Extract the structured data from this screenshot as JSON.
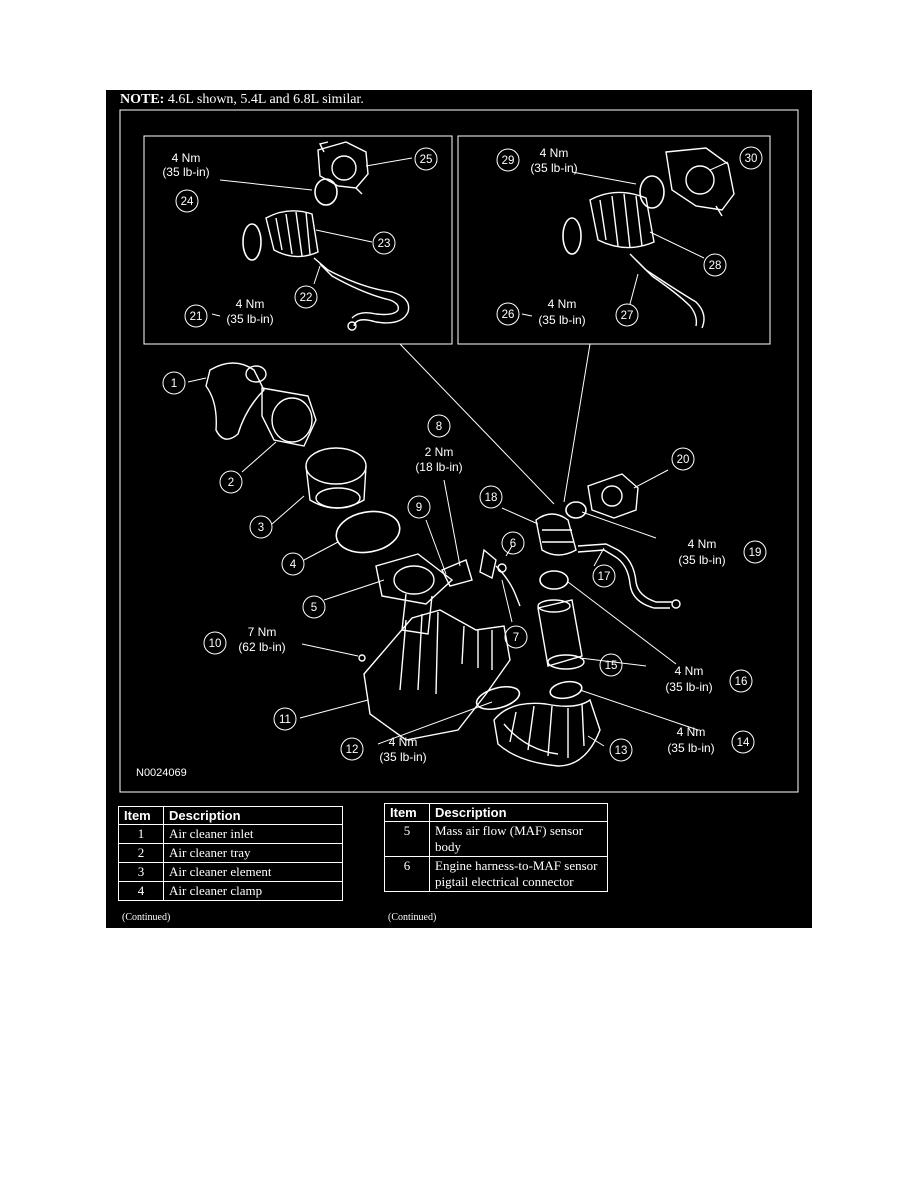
{
  "note": {
    "label": "NOTE:",
    "text": " 4.6L shown, 5.4L and 6.8L similar."
  },
  "figure_code": "N0024069",
  "callouts": {
    "n1": "1",
    "n2": "2",
    "n3": "3",
    "n4": "4",
    "n5": "5",
    "n6": "6",
    "n7": "7",
    "n8": "8",
    "n9": "9",
    "n10": "10",
    "n11": "11",
    "n12": "12",
    "n13": "13",
    "n14": "14",
    "n15": "15",
    "n16": "16",
    "n17": "17",
    "n18": "18",
    "n19": "19",
    "n20": "20",
    "n21": "21",
    "n22": "22",
    "n23": "23",
    "n24": "24",
    "n25": "25",
    "n26": "26",
    "n27": "27",
    "n28": "28",
    "n29": "29",
    "n30": "30"
  },
  "torques": {
    "t24": {
      "nm": "4 Nm",
      "lbin": "(35 lb-in)"
    },
    "t21": {
      "nm": "4 Nm",
      "lbin": "(35 lb-in)"
    },
    "t29": {
      "nm": "4 Nm",
      "lbin": "(35 lb-in)"
    },
    "t26": {
      "nm": "4 Nm",
      "lbin": "(35 lb-in)"
    },
    "t8": {
      "nm": "2 Nm",
      "lbin": "(18 lb-in)"
    },
    "t19": {
      "nm": "4 Nm",
      "lbin": "(35 lb-in)"
    },
    "t10": {
      "nm": "7 Nm",
      "lbin": "(62 lb-in)"
    },
    "t16": {
      "nm": "4 Nm",
      "lbin": "(35 lb-in)"
    },
    "t12": {
      "nm": "4 Nm",
      "lbin": "(35 lb-in)"
    },
    "t14": {
      "nm": "4 Nm",
      "lbin": "(35 lb-in)"
    }
  },
  "table_left": {
    "header_item": "Item",
    "header_desc": "Description",
    "rows": [
      {
        "item": "1",
        "desc": "Air cleaner inlet"
      },
      {
        "item": "2",
        "desc": "Air cleaner tray"
      },
      {
        "item": "3",
        "desc": "Air cleaner element"
      },
      {
        "item": "4",
        "desc": "Air cleaner clamp"
      }
    ],
    "continued": "(Continued)"
  },
  "table_right": {
    "header_item": "Item",
    "header_desc": "Description",
    "rows": [
      {
        "item": "5",
        "desc": "Mass air flow (MAF) sensor body"
      },
      {
        "item": "6",
        "desc": "Engine harness-to-MAF sensor pigtail electrical connector"
      }
    ],
    "continued": "(Continued)"
  }
}
